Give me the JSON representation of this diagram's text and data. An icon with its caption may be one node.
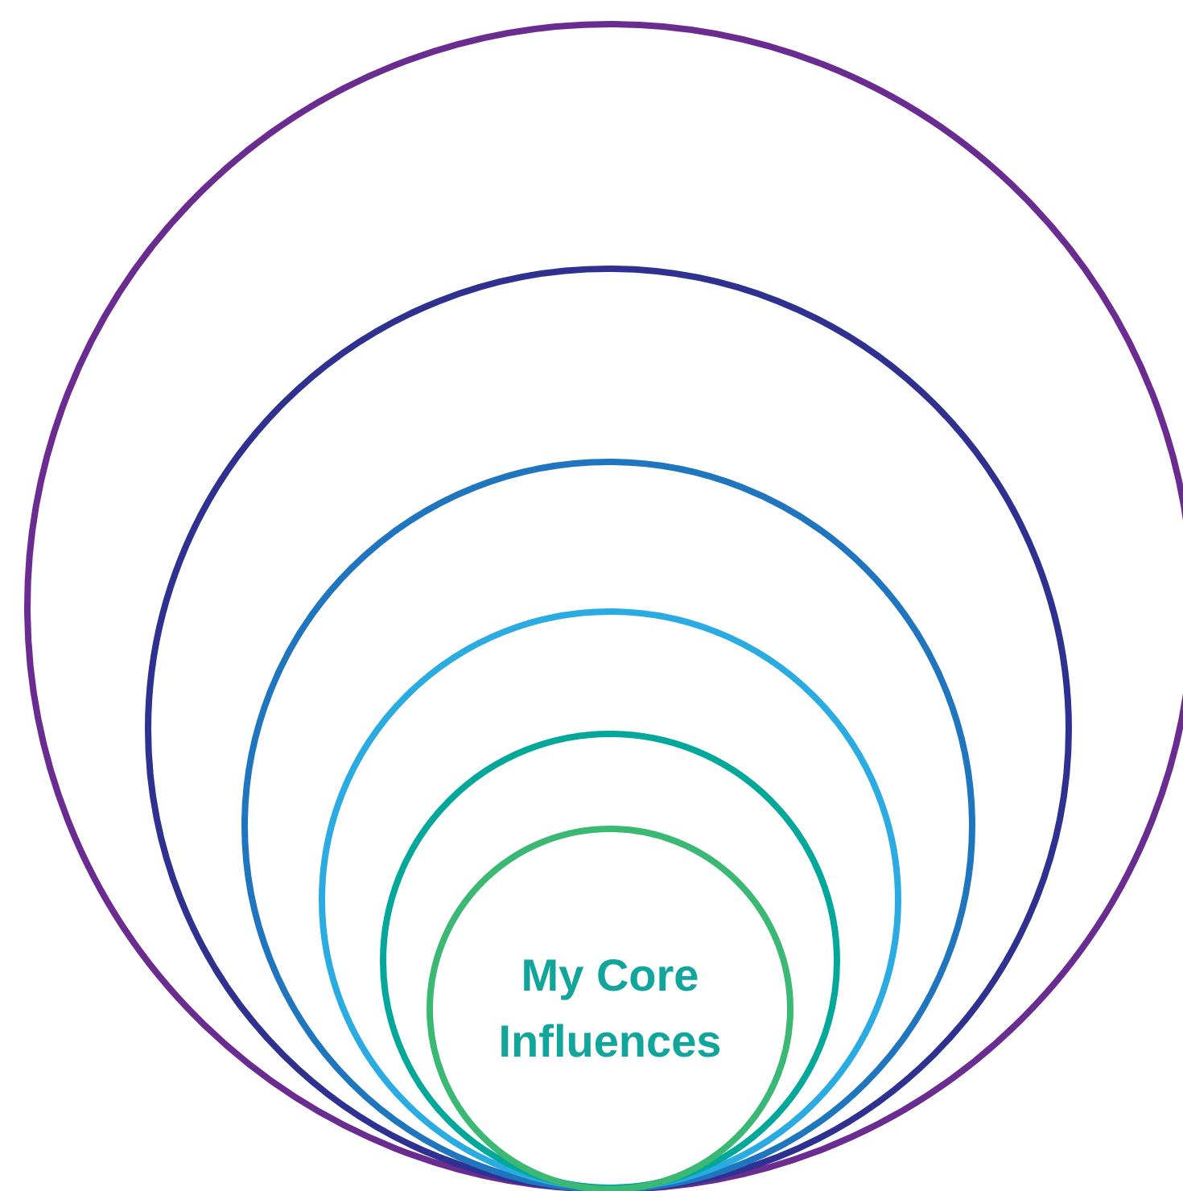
{
  "diagram": {
    "nodes": [
      {
        "text": [],
        "shape": "circle"
      },
      {
        "text": [],
        "shape": "circle",
        "in": 0
      },
      {
        "text": [],
        "shape": "circle",
        "in": 1
      },
      {
        "text": [],
        "shape": "circle",
        "in": 2
      },
      {
        "text": [],
        "shape": "circle",
        "in": 3
      },
      {
        "text": [
          "My Core Influences"
        ],
        "in": 4
      }
    ]
  }
}
